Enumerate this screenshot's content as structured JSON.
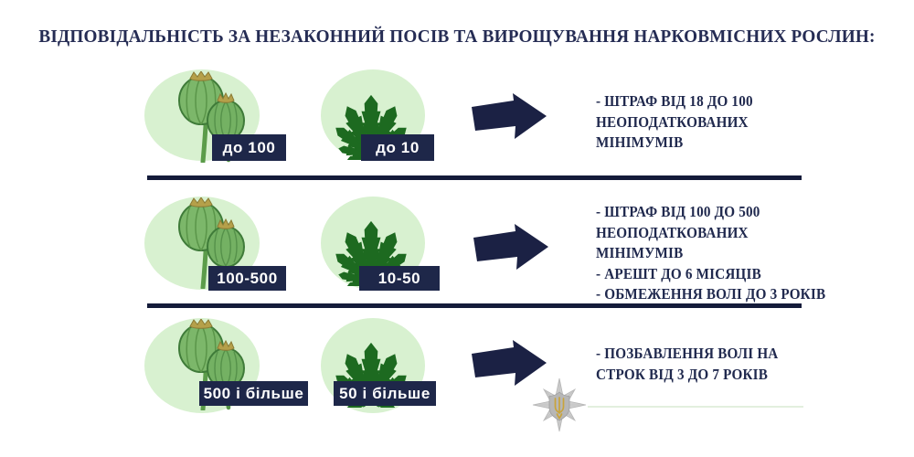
{
  "title": "ВІДПОВІДАЛЬНІСТЬ ЗА НЕЗАКОННИЙ ПОСІВ ТА ВИРОЩУВАННЯ НАРКОВМІСНИХ РОСЛИН:",
  "colors": {
    "navy": "#1e2749",
    "divider_navy": "#141b3a",
    "text_navy": "#20294e",
    "circle_green": "#d8f1d0",
    "leaf_green": "#1d6a20",
    "pod_green": "#7cb76a",
    "badge_gray": "#cdcdcd",
    "trident_gold": "#c9a43b"
  },
  "rows": [
    {
      "poppy_label": "до 100",
      "cannabis_label": "до 10",
      "penalties": [
        "- ШТРАФ ВІД 18 ДО 100",
        "НЕОПОДАТКОВАНИХ МІНІМУМІВ"
      ]
    },
    {
      "poppy_label": "100-500",
      "cannabis_label": "10-50",
      "penalties": [
        "- ШТРАФ ВІД 100 ДО 500",
        "НЕОПОДАТКОВАНИХ МІНІМУМІВ",
        "- АРЕШТ ДО 6 МІСЯЦІВ",
        "- ОБМЕЖЕННЯ ВОЛІ ДО 3 РОКІВ"
      ]
    },
    {
      "poppy_label": "500 і більше",
      "cannabis_label": "50 і більше",
      "penalties": [
        "- ПОЗБАВЛЕННЯ ВОЛІ НА",
        "СТРОК ВІД 3 ДО 7 РОКІВ"
      ]
    }
  ],
  "icons": {
    "poppy": "poppy-pods-icon",
    "cannabis": "cannabis-leaf-icon",
    "arrow": "arrow-right-icon",
    "badge": "ukraine-police-badge-icon"
  }
}
